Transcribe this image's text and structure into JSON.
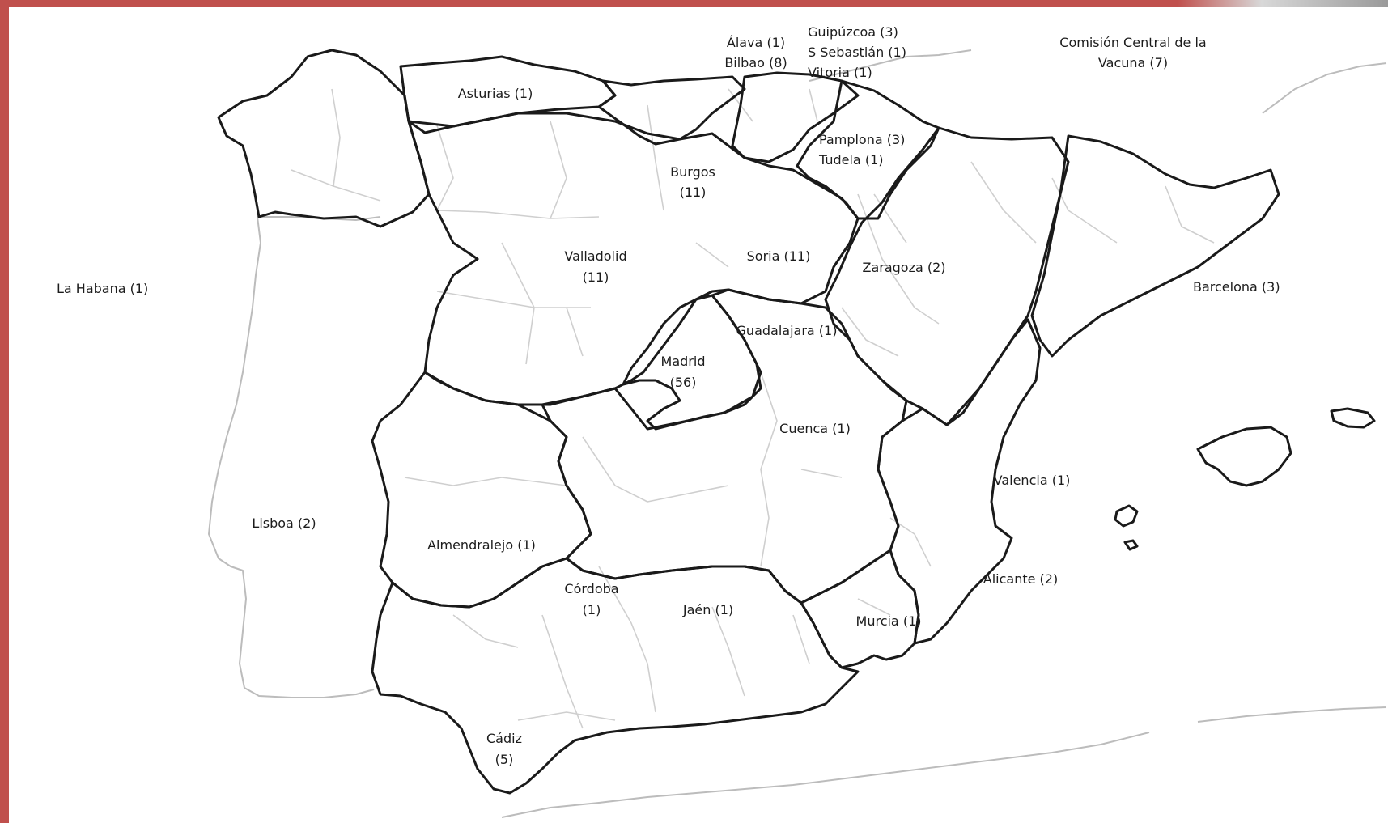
{
  "frame": {
    "accent": "#c0504d"
  },
  "labels": {
    "asturias": "Asturias (1)",
    "alava": "Álava (1)",
    "bilbao": "Bilbao (8)",
    "guipuzcoa": "Guipúzcoa (3)",
    "sebastian": "S Sebastián (1)",
    "vitoria": "Vitoria (1)",
    "comision_1": "Comisión Central de la",
    "comision_2": "Vacuna (7)",
    "pamplona": "Pamplona (3)",
    "tudela": "Tudela (1)",
    "burgos_1": "Burgos",
    "burgos_2": "(11)",
    "valladolid_1": "Valladolid",
    "valladolid_2": "(11)",
    "soria": "Soria (11)",
    "zaragoza": "Zaragoza (2)",
    "habana": "La Habana (1)",
    "barcelona": "Barcelona (3)",
    "guadalajara": "Guadalajara (1)",
    "madrid_1": "Madrid",
    "madrid_2": "(56)",
    "cuenca": "Cuenca (1)",
    "valencia": "Valencia (1)",
    "lisboa": "Lisboa (2)",
    "almendralejo": "Almendralejo (1)",
    "cordoba_1": "Córdoba",
    "cordoba_2": "(1)",
    "jaen": "Jaén (1)",
    "alicante": "Alicante (2)",
    "murcia": "Murcia (1)",
    "cadiz_1": "Cádiz",
    "cadiz_2": "(5)"
  }
}
